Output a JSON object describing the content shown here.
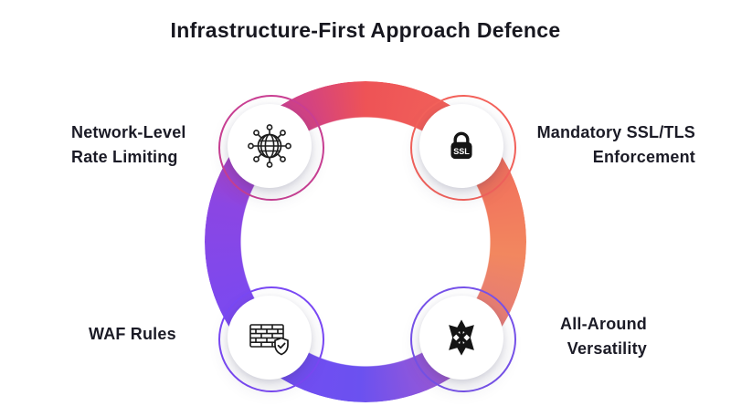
{
  "title": "Infrastructure-First Approach Defence",
  "text_color": "#1b1b26",
  "ring_gradient": {
    "top": "#ee5356",
    "right": "#f2875f",
    "bottom": "#6b51f0",
    "left": "#774af3",
    "top_left": "#c2409f"
  },
  "nodes": [
    {
      "name": "network-level-rate-limiting",
      "label_lines": [
        "Network-Level",
        "Rate Limiting"
      ],
      "icon": "globe-network-icon",
      "accent": "#ca3f93"
    },
    {
      "name": "mandatory-ssl-tls-enforcement",
      "label_lines": [
        "Mandatory SSL/TLS",
        "Enforcement"
      ],
      "icon": "ssl-padlock-icon",
      "icon_text": "SSL",
      "accent": "#f4625b"
    },
    {
      "name": "waf-rules",
      "label_lines": [
        "WAF Rules"
      ],
      "icon": "firewall-shield-icon",
      "accent": "#7a48f5"
    },
    {
      "name": "all-around-versatility",
      "label_lines": [
        "All-Around",
        "Versatility"
      ],
      "icon": "multidirectional-arrows-icon",
      "accent": "#7752ea"
    }
  ]
}
